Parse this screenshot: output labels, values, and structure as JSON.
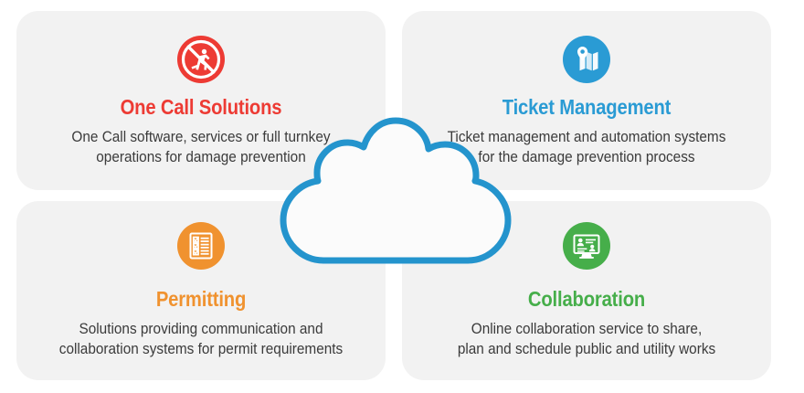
{
  "page": {
    "background_color": "#ffffff",
    "card_background_color": "#f2f2f2",
    "body_text_color": "#3b3b3b"
  },
  "center_graphic": {
    "name": "cloud",
    "icon": "cloud-outline-icon",
    "stroke_color": "#2494cd",
    "fill_color": "#fbfbfb"
  },
  "cards": [
    {
      "id": "one-call-solutions",
      "position": "top-left",
      "icon": "no-digging-prohibition-icon",
      "accent_color": "#ed3b34",
      "title": "One Call Solutions",
      "description_line1": "One Call software, services or full turnkey",
      "description_line2": "operations for damage prevention"
    },
    {
      "id": "ticket-management",
      "position": "top-right",
      "icon": "map-pin-icon",
      "accent_color": "#2a9bd4",
      "title": "Ticket Management",
      "description_line1": "Ticket management and automation systems",
      "description_line2": "for the damage prevention process"
    },
    {
      "id": "permitting",
      "position": "bottom-left",
      "icon": "checklist-icon",
      "accent_color": "#f0922f",
      "title": "Permitting",
      "description_line1": "Solutions providing communication and",
      "description_line2": "collaboration systems for permit requirements"
    },
    {
      "id": "collaboration",
      "position": "bottom-right",
      "icon": "monitor-people-icon",
      "accent_color": "#46ae4a",
      "title": "Collaboration",
      "description_line1": "Online collaboration service to share,",
      "description_line2": "plan and schedule public and utility works"
    }
  ]
}
